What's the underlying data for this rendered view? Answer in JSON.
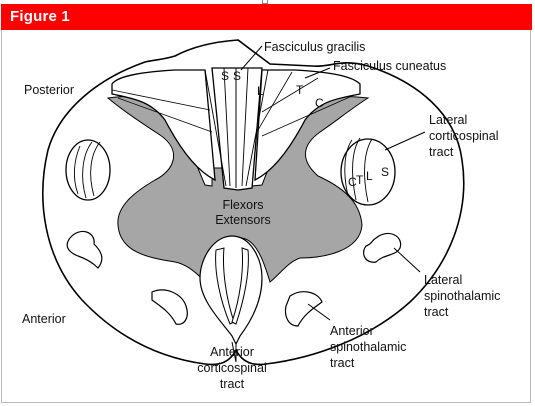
{
  "figure": {
    "title": "Figure 1"
  },
  "labels": {
    "posterior": "Posterior",
    "anterior": "Anterior",
    "fasciculus_gracilis": "Fasciculus gracilis",
    "fasciculus_cuneatus": "Fasciculus cuneatus",
    "lateral_corticospinal": [
      "Lateral",
      "corticospinal",
      "tract"
    ],
    "lateral_spinothalamic": [
      "Lateral",
      "spinothalamic",
      "tract"
    ],
    "anterior_spinothalamic": [
      "Anterior",
      "spinothalamic",
      "tract"
    ],
    "anterior_corticospinal": [
      "Anterior",
      "corticospinal",
      "tract"
    ],
    "flexors": "Flexors",
    "extensors": "Extensors"
  },
  "tract_letters": {
    "gracilis": [
      "S",
      "S"
    ],
    "cuneatus_inner": "L",
    "cuneatus_t": "T",
    "cuneatus_c": "C",
    "lateral_corticospinal": [
      "C",
      "T",
      "L",
      "S"
    ]
  },
  "colors": {
    "header": "#ff0000",
    "grey_matter": "#a6a6a6",
    "white_matter": "#ffffff",
    "outline": "#000000"
  }
}
